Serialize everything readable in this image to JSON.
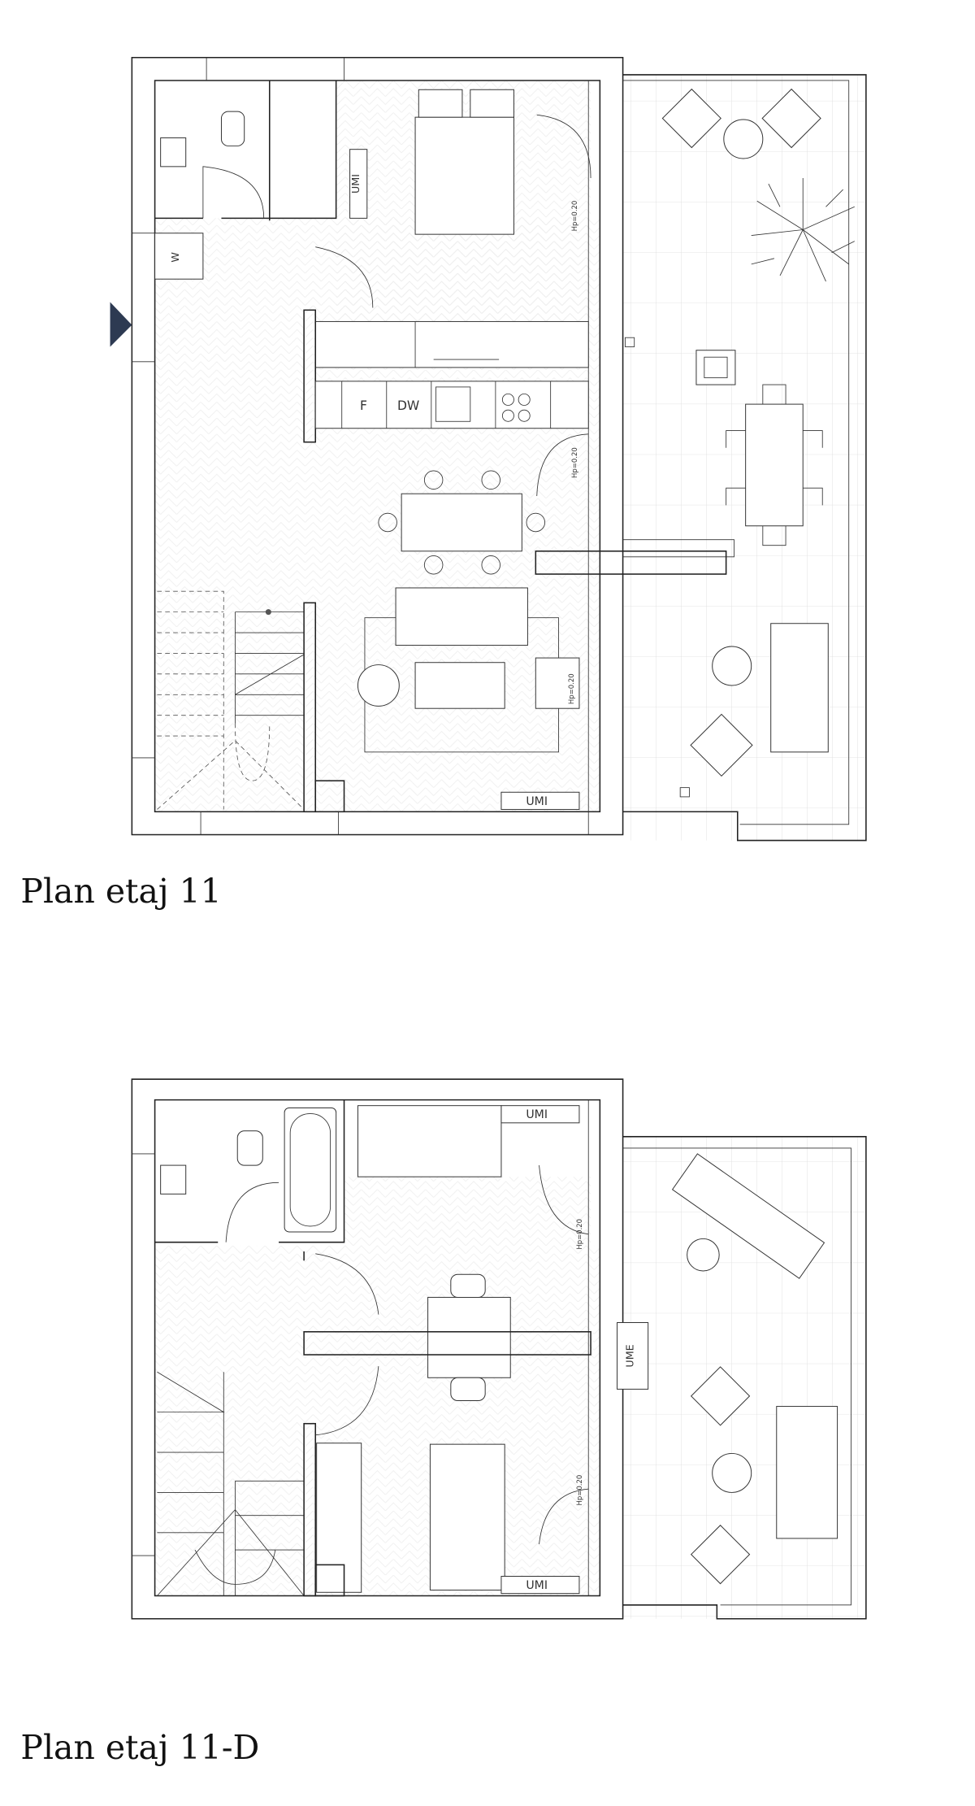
{
  "plans": [
    {
      "title": "Plan etaj 11",
      "labels": {
        "umi_1": "UMI",
        "umi_2": "UMI",
        "w": "W",
        "fridge": "F",
        "dishwasher": "DW",
        "hp_1": "Hp=0.20",
        "hp_2": "Hp=0.20",
        "hp_3": "Hp=0.20"
      },
      "entry_marker_color": "#2d3a52"
    },
    {
      "title": "Plan etaj 11-D",
      "labels": {
        "umi_1": "UMI",
        "umi_2": "UMI",
        "ume": "UME",
        "hp_1": "Hp=0.20",
        "hp_2": "Hp=0.20"
      }
    }
  ]
}
